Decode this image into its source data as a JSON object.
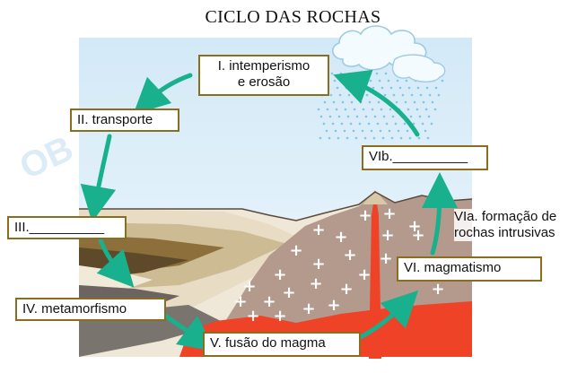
{
  "title": "CICLO DAS ROCHAS",
  "labels": {
    "l1_line1": "I. intemperismo",
    "l1_line2": "e erosão",
    "l2": "II. transporte",
    "l3": "III.__________",
    "l4": "IV. metamorfismo",
    "l5": "V. fusão do magma",
    "l6": "VI. magmatismo",
    "l6a_line1": "VIa. formação de",
    "l6a_line2": "rochas intrusivas",
    "l6b": "VIb.__________"
  },
  "watermark": "OB",
  "colors": {
    "sky_top": "#d6ecf8",
    "sky_bottom": "#eef7fc",
    "arrow": "#19b08d",
    "label_border": "#8a6d1e",
    "magma": "#ee4326",
    "intrusive_rock": "#b39a8c",
    "plus_sign": "#ffffff"
  }
}
